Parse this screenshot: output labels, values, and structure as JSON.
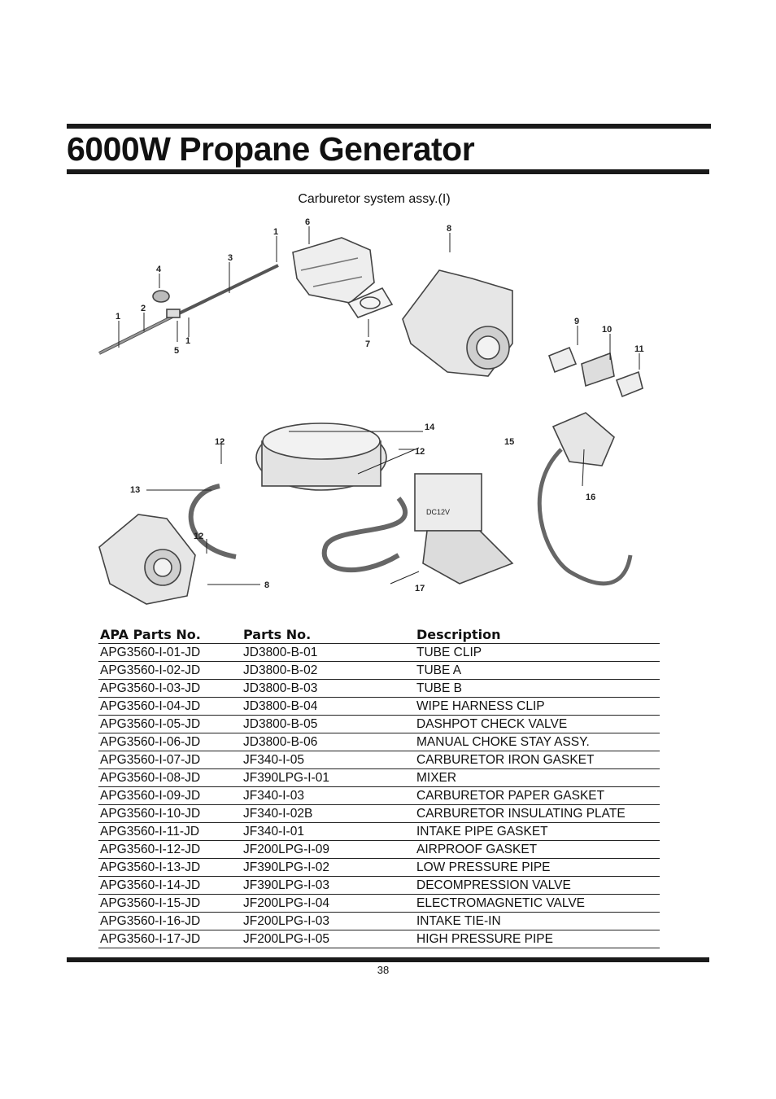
{
  "header": {
    "title": "6000W Propane Generator"
  },
  "diagram": {
    "caption": "Carburetor system assy.(I)",
    "callouts": [
      "1",
      "2",
      "3",
      "4",
      "5",
      "1",
      "1",
      "6",
      "7",
      "8",
      "9",
      "10",
      "11",
      "12",
      "13",
      "14",
      "12",
      "15",
      "16",
      "12",
      "8",
      "17"
    ],
    "valve_label": "DC12V"
  },
  "table": {
    "headers": [
      "APA Parts No.",
      "Parts No.",
      "Description"
    ],
    "rows": [
      [
        "APG3560-I-01-JD",
        "JD3800-B-01",
        "TUBE CLIP"
      ],
      [
        "APG3560-I-02-JD",
        "JD3800-B-02",
        "TUBE A"
      ],
      [
        "APG3560-I-03-JD",
        "JD3800-B-03",
        "TUBE B"
      ],
      [
        "APG3560-I-04-JD",
        "JD3800-B-04",
        "WIPE HARNESS CLIP"
      ],
      [
        "APG3560-I-05-JD",
        "JD3800-B-05",
        "DASHPOT CHECK VALVE"
      ],
      [
        "APG3560-I-06-JD",
        "JD3800-B-06",
        "MANUAL CHOKE STAY ASSY."
      ],
      [
        "APG3560-I-07-JD",
        "JF340-I-05",
        "CARBURETOR IRON GASKET"
      ],
      [
        "APG3560-I-08-JD",
        "JF390LPG-I-01",
        "MIXER"
      ],
      [
        "APG3560-I-09-JD",
        "JF340-I-03",
        "CARBURETOR PAPER GASKET"
      ],
      [
        "APG3560-I-10-JD",
        "JF340-I-02B",
        "CARBURETOR INSULATING PLATE"
      ],
      [
        "APG3560-I-11-JD",
        "JF340-I-01",
        "INTAKE PIPE GASKET"
      ],
      [
        "APG3560-I-12-JD",
        "JF200LPG-I-09",
        "AIRPROOF GASKET"
      ],
      [
        "APG3560-I-13-JD",
        "JF390LPG-I-02",
        "LOW PRESSURE PIPE"
      ],
      [
        "APG3560-I-14-JD",
        "JF390LPG-I-03",
        "DECOMPRESSION VALVE"
      ],
      [
        "APG3560-I-15-JD",
        "JF200LPG-I-04",
        "ELECTROMAGNETIC VALVE"
      ],
      [
        "APG3560-I-16-JD",
        "JF200LPG-I-03",
        "INTAKE TIE-IN"
      ],
      [
        "APG3560-I-17-JD",
        "JF200LPG-I-05",
        "HIGH PRESSURE PIPE"
      ]
    ]
  },
  "footer": {
    "page_number": "38"
  }
}
